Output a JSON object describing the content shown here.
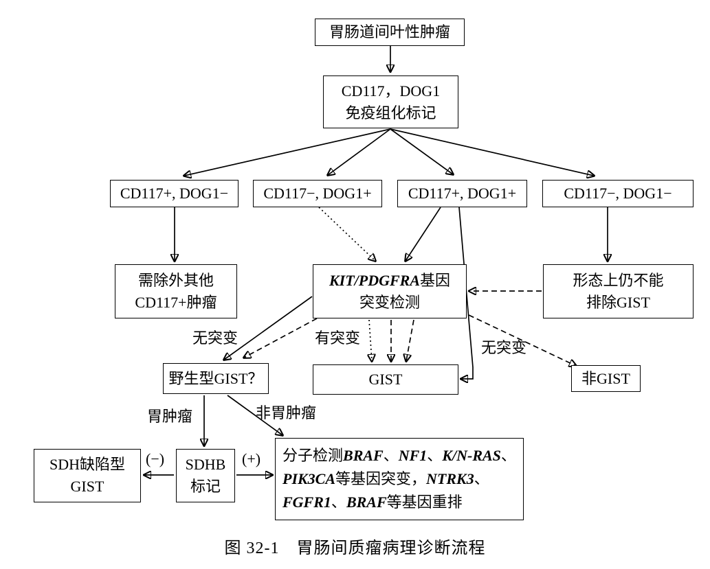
{
  "colors": {
    "ink": "#000000",
    "background": "#ffffff"
  },
  "figure": {
    "caption": "图 32-1　胃肠间质瘤病理诊断流程"
  },
  "nodes": {
    "root": {
      "line1": "胃肠道间叶性肿瘤"
    },
    "ihc": {
      "line1": "CD117，DOG1",
      "line2": "免疫组化标记"
    },
    "cd117p_dog1n": {
      "line1": "CD117+, DOG1−"
    },
    "cd117n_dog1p": {
      "line1": "CD117−, DOG1+"
    },
    "cd117p_dog1p": {
      "line1": "CD117+, DOG1+"
    },
    "cd117n_dog1n": {
      "line1": "CD117−, DOG1−"
    },
    "exclude_other": {
      "line1": "需除外其他",
      "line2": "CD117+肿瘤"
    },
    "kit_test": {
      "line1": [
        {
          "t": "KIT/PDGFRA",
          "i": true
        },
        {
          "t": "基因",
          "i": false
        }
      ],
      "line2": "突变检测"
    },
    "morphology": {
      "line1": "形态上仍不能",
      "line2": "排除GIST"
    },
    "wild_type": {
      "line1": "野生型GIST？"
    },
    "gist": {
      "line1": "GIST"
    },
    "non_gist": {
      "line1": "非GIST"
    },
    "sdhb": {
      "line1": "SDHB",
      "line2": "标记"
    },
    "sdh_deficient": {
      "line1": "SDH缺陷型",
      "line2": "GIST"
    },
    "molecular": {
      "line1": [
        {
          "t": "分子检测",
          "i": false
        },
        {
          "t": "BRAF",
          "i": true
        },
        {
          "t": "、",
          "i": false
        },
        {
          "t": "NF1",
          "i": true
        },
        {
          "t": "、",
          "i": false
        },
        {
          "t": "K/N-RAS",
          "i": true
        },
        {
          "t": "、",
          "i": false
        }
      ],
      "line2": [
        {
          "t": "PIK3CA",
          "i": true
        },
        {
          "t": "等基因突变，",
          "i": false
        },
        {
          "t": "NTRK3",
          "i": true
        },
        {
          "t": "、",
          "i": false
        }
      ],
      "line3": [
        {
          "t": "FGFR1",
          "i": true
        },
        {
          "t": "、",
          "i": false
        },
        {
          "t": "BRAF",
          "i": true
        },
        {
          "t": "等基因重排",
          "i": false
        }
      ]
    }
  },
  "edge_labels": {
    "no_mutation_left": "无突变",
    "has_mutation": "有突变",
    "no_mutation_right": "无突变",
    "gastric_tumor": "胃肿瘤",
    "non_gastric_tumor": "非胃肿瘤",
    "sdhb_negative": "(−)",
    "sdhb_positive": "(+)"
  }
}
